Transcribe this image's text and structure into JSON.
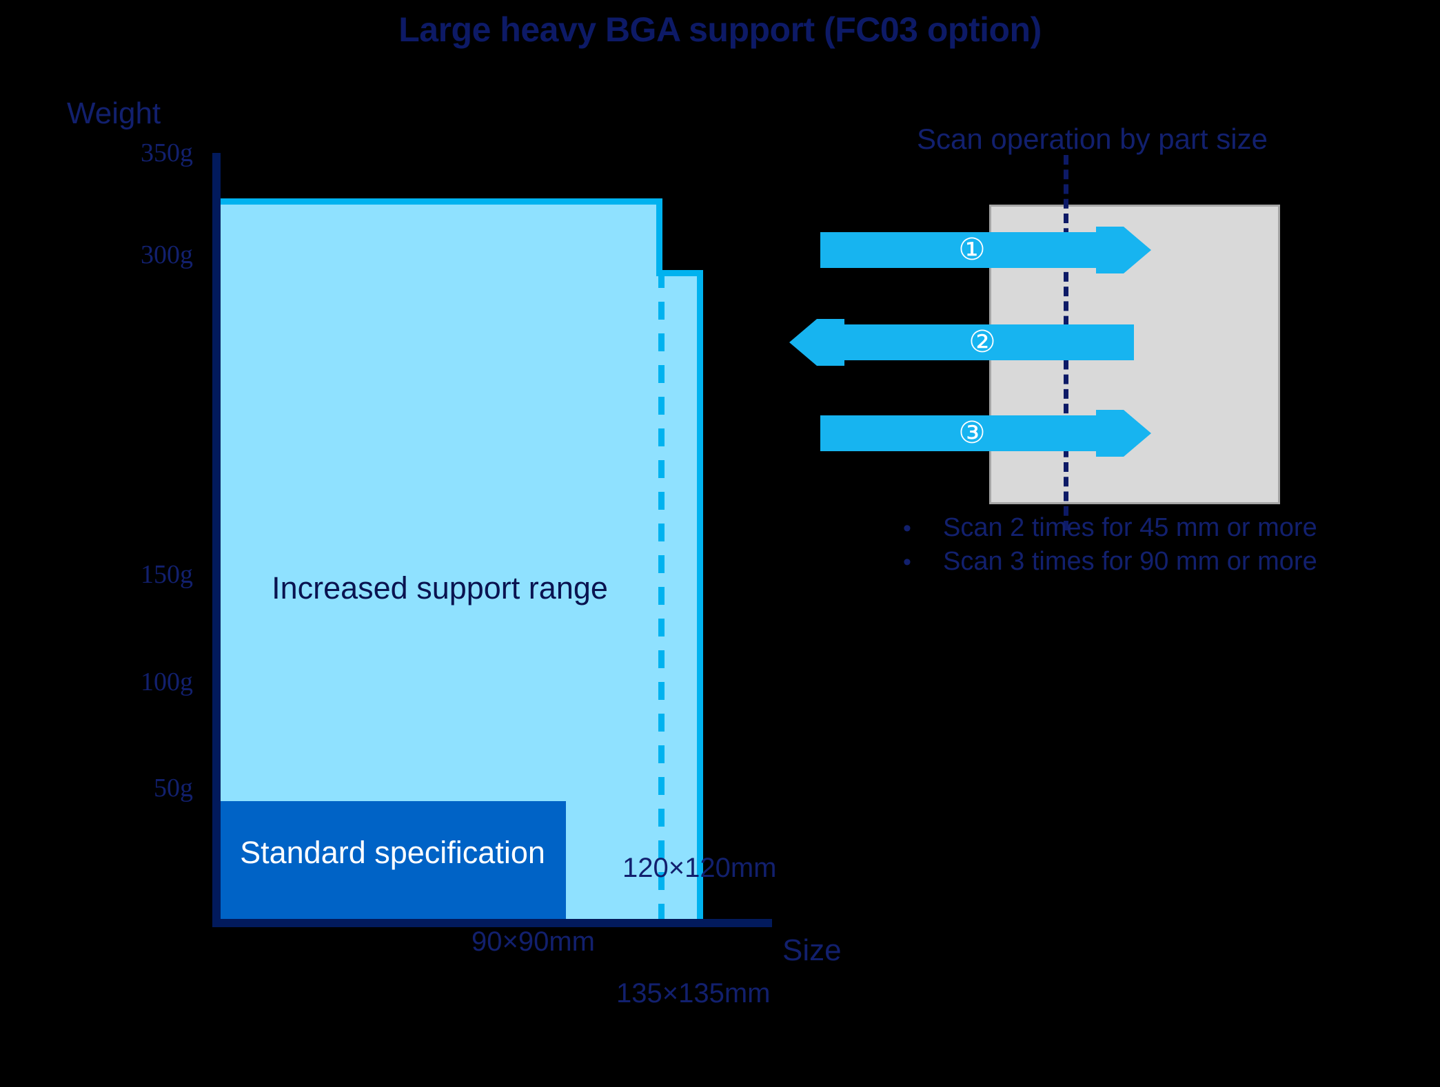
{
  "title": "Large heavy BGA support (FC03 option)",
  "chart": {
    "y_axis_title": "Weight",
    "x_axis_title": "Size",
    "y_ticks": [
      "350g",
      "300g",
      "150g",
      "100g",
      "50g"
    ],
    "range_label": "Increased support range",
    "standard_label": "Standard specification",
    "size_labels": {
      "mid": "120×120mm",
      "standard": "90×90mm",
      "max": "135×135mm"
    }
  },
  "scan": {
    "title": "Scan operation by part size",
    "arrows": [
      {
        "number": "①",
        "direction": "right"
      },
      {
        "number": "②",
        "direction": "left"
      },
      {
        "number": "③",
        "direction": "right"
      }
    ],
    "bullets": [
      {
        "marker": "•",
        "text": "Scan 2 times for 45 mm or more"
      },
      {
        "marker": "•",
        "text": "Scan 3 times for 90 mm or more"
      }
    ]
  },
  "colors": {
    "background": "#000000",
    "navy": "#0d1a66",
    "light_blue_fill": "#8fe1ff",
    "cyan_stroke": "#00b2ef",
    "standard_blue": "#0063c6",
    "part_gray": "#d9d9d9",
    "axis_navy": "#021a5c"
  },
  "chart_data": {
    "type": "area",
    "title": "Large heavy BGA support (FC03 option)",
    "xlabel": "Size",
    "ylabel": "Weight",
    "ytick_labels": [
      "350g",
      "300g",
      "150g",
      "100g",
      "50g"
    ],
    "ytick_values": [
      350,
      300,
      150,
      100,
      50
    ],
    "xtick_labels": [
      "90×90mm",
      "120×120mm",
      "135×135mm"
    ],
    "series": [
      {
        "name": "Standard specification",
        "color": "#0063c6",
        "x_extent_mm": [
          0,
          90
        ],
        "weight_limit_g": 50
      },
      {
        "name": "Increased support range",
        "color": "#8fe1ff",
        "steps": [
          {
            "size_mm": "up to 120×120mm",
            "weight_limit_g": 335
          },
          {
            "size_mm": "120×120mm to 135×135mm",
            "weight_limit_g": 300
          }
        ]
      }
    ],
    "ylim": [
      0,
      365
    ],
    "grid": false,
    "legend": "in-figure labels"
  }
}
